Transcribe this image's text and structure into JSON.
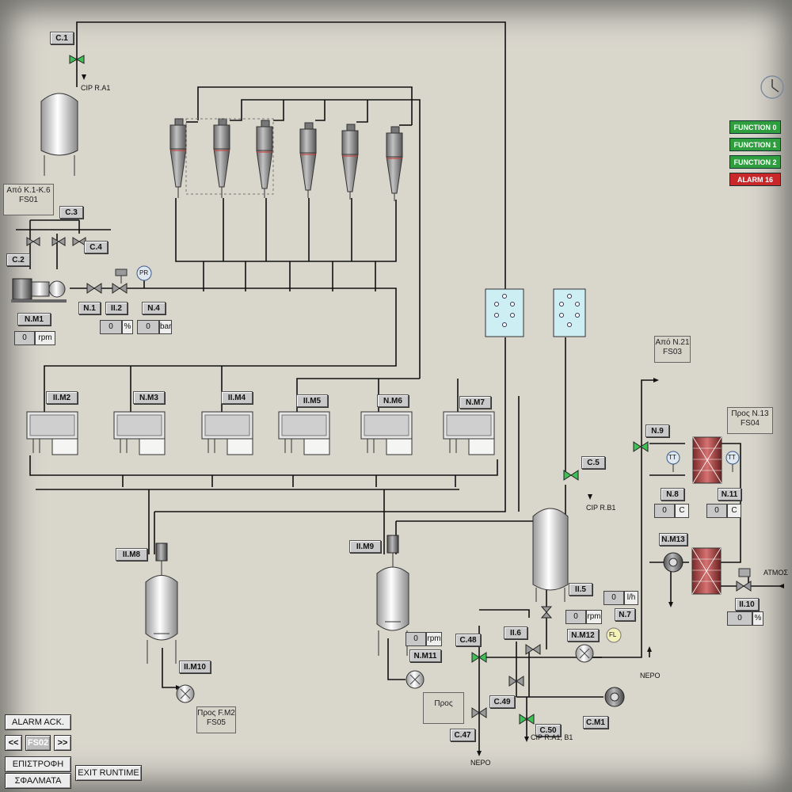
{
  "tags": [
    {
      "id": "c1",
      "label": "C.1"
    },
    {
      "id": "c2",
      "label": "C.2"
    },
    {
      "id": "c3",
      "label": "C.3"
    },
    {
      "id": "c4",
      "label": "C.4"
    },
    {
      "id": "c5",
      "label": "C.5"
    },
    {
      "id": "c47",
      "label": "C.47"
    },
    {
      "id": "c48",
      "label": "C.48"
    },
    {
      "id": "c49",
      "label": "C.49"
    },
    {
      "id": "c50",
      "label": "C.50"
    },
    {
      "id": "cm1",
      "label": "C.M1"
    },
    {
      "id": "n1",
      "label": "N.1"
    },
    {
      "id": "n2",
      "label": "II.2"
    },
    {
      "id": "n4",
      "label": "N.4"
    },
    {
      "id": "n5",
      "label": "II.5"
    },
    {
      "id": "n6",
      "label": "II.6"
    },
    {
      "id": "n7",
      "label": "N.7"
    },
    {
      "id": "n8",
      "label": "N.8"
    },
    {
      "id": "n9",
      "label": "N.9"
    },
    {
      "id": "n10",
      "label": "II.10"
    },
    {
      "id": "n11",
      "label": "N.11"
    },
    {
      "id": "nm1",
      "label": "N.M1"
    },
    {
      "id": "nm2",
      "label": "II.M2"
    },
    {
      "id": "nm3",
      "label": "N.M3"
    },
    {
      "id": "nm4",
      "label": "II.M4"
    },
    {
      "id": "nm5",
      "label": "II.M5"
    },
    {
      "id": "nm6",
      "label": "N.M6"
    },
    {
      "id": "nm7",
      "label": "N.M7"
    },
    {
      "id": "nm8",
      "label": "II.M8"
    },
    {
      "id": "nm9",
      "label": "II.M9"
    },
    {
      "id": "nm10",
      "label": "II.M10"
    },
    {
      "id": "nm11",
      "label": "N.M11"
    },
    {
      "id": "nm12",
      "label": "N.M12"
    },
    {
      "id": "nm13",
      "label": "N.M13"
    }
  ],
  "values": [
    {
      "id": "rpm1",
      "value": "0",
      "unit": "rpm"
    },
    {
      "id": "pct2",
      "value": "0",
      "unit": "%"
    },
    {
      "id": "bar4",
      "value": "0",
      "unit": "bar"
    },
    {
      "id": "c8",
      "value": "0",
      "unit": "C"
    },
    {
      "id": "c11",
      "value": "0",
      "unit": "C"
    },
    {
      "id": "lh7",
      "value": "0",
      "unit": "l/h"
    },
    {
      "id": "rpm12",
      "value": "0",
      "unit": "rpm"
    },
    {
      "id": "rpm11",
      "value": "0",
      "unit": "rpm"
    },
    {
      "id": "pct10",
      "value": "0",
      "unit": "%"
    }
  ],
  "notes": [
    {
      "id": "fs01",
      "lines": [
        "Από K.1-K.6",
        "FS01"
      ]
    },
    {
      "id": "fs03",
      "lines": [
        "Από N.21",
        "FS03"
      ]
    },
    {
      "id": "fs04",
      "lines": [
        "Προς N.13",
        "FS04"
      ]
    },
    {
      "id": "fs05",
      "lines": [
        "Προς F.M2",
        "FS05"
      ]
    },
    {
      "id": "pros",
      "lines": [
        "Προς"
      ]
    }
  ],
  "labels": {
    "cip_a1": "CIP R.A1",
    "cip_b1": "CIP R.B1",
    "cip_a1b1": "CIP R.A1, B1",
    "atmos": "ΑΤΜΟΣ",
    "nero1": "ΝΕΡΟ",
    "nero2": "ΝΕΡΟ",
    "pr": "PR",
    "tt1": "TT",
    "tt2": "TT",
    "fl": "FL"
  },
  "status_panel": [
    {
      "id": "function0",
      "label": "FUNCTION 0",
      "color": "#2f9e3f"
    },
    {
      "id": "function1",
      "label": "FUNCTION 1",
      "color": "#2f9e3f"
    },
    {
      "id": "function2",
      "label": "FUNCTION 2",
      "color": "#2f9e3f"
    },
    {
      "id": "alarm16",
      "label": "ALARM 16",
      "color": "#c8282a"
    }
  ],
  "nav": {
    "alarm_ack": "ALARM ACK.",
    "prev": "<<",
    "screen": "FS02",
    "next": ">>",
    "back": "ΕΠΙΣΤΡΟΦΗ",
    "errors": "ΣΦΑΛΜΑΤΑ",
    "exit": "EXIT RUNTIME"
  },
  "icons": {
    "clock": "clock-icon"
  }
}
